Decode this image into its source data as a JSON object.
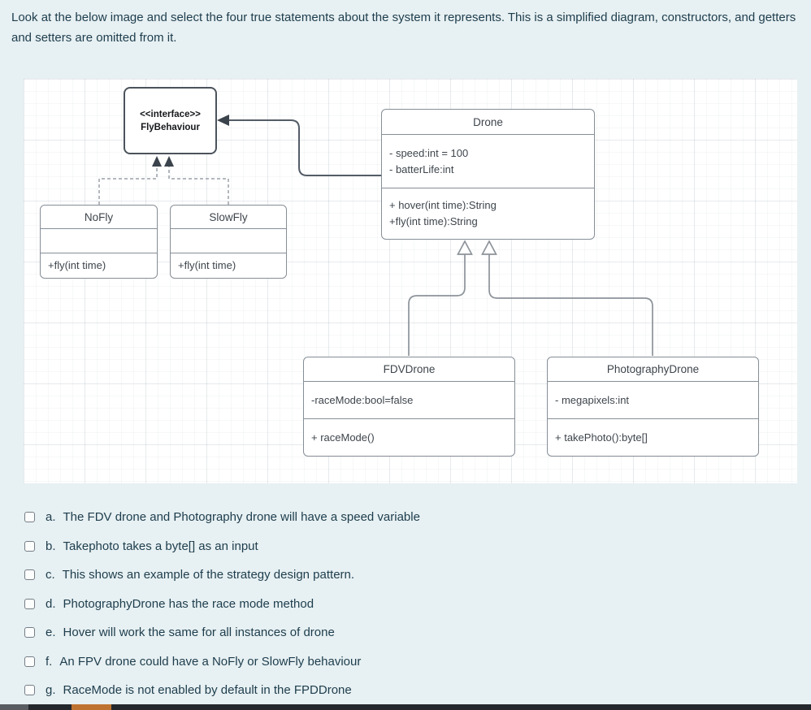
{
  "page": {
    "question": "Look at the below image and select the four true statements about the system it represents. This is a simplified diagram, constructors, and getters and setters are omitted from it."
  },
  "colors": {
    "page_background": "#e7f0f2",
    "panel_background": "#ffffff",
    "text": "#1d3d4d",
    "uml_text": "#3e454c",
    "uml_border": "#868e96",
    "interface_border": "#4b535b",
    "association_line": "#545d67",
    "implements_line": "#9aa1a8",
    "inheritance_line": "#8d939a",
    "bottom_bar": "#24282d",
    "bottom_bar_orange": "#bf7331",
    "bottom_bar_gray": "#595d62"
  },
  "diagram": {
    "classes": [
      {
        "id": "flybehaviour",
        "stereotype": "<<interface>>",
        "name": "FlyBehaviour",
        "attributes": [],
        "methods": []
      },
      {
        "id": "nofly",
        "name": "NoFly",
        "attributes": [],
        "methods": [
          "+fly(int time)"
        ]
      },
      {
        "id": "slowfly",
        "name": "SlowFly",
        "attributes": [],
        "methods": [
          "+fly(int time)"
        ]
      },
      {
        "id": "drone",
        "name": "Drone",
        "attributes": [
          "- speed:int = 100",
          "- batterLife:int"
        ],
        "methods": [
          "+ hover(int time):String",
          "+fly(int time):String"
        ]
      },
      {
        "id": "fdvdrone",
        "name": "FDVDrone",
        "attributes": [
          "-raceMode:bool=false"
        ],
        "methods": [
          "+ raceMode()"
        ]
      },
      {
        "id": "photographydrone",
        "name": "PhotographyDrone",
        "attributes": [
          "- megapixels:int"
        ],
        "methods": [
          "+ takePhoto():byte[]"
        ]
      }
    ],
    "relationships": [
      {
        "from": "Drone",
        "to": "FlyBehaviour",
        "type": "directed-association"
      },
      {
        "from": "NoFly",
        "to": "FlyBehaviour",
        "type": "implements"
      },
      {
        "from": "SlowFly",
        "to": "FlyBehaviour",
        "type": "implements"
      },
      {
        "from": "FDVDrone",
        "to": "Drone",
        "type": "inheritance"
      },
      {
        "from": "PhotographyDrone",
        "to": "Drone",
        "type": "inheritance"
      }
    ]
  },
  "options": [
    {
      "letter": "a.",
      "text": "The FDV drone and Photography drone will have a speed variable"
    },
    {
      "letter": "b.",
      "text": "Takephoto takes a byte[] as an input"
    },
    {
      "letter": "c.",
      "text": "This shows an example of the strategy design pattern."
    },
    {
      "letter": "d.",
      "text": "PhotographyDrone has the race mode method"
    },
    {
      "letter": "e.",
      "text": "Hover will work the same for all instances of drone"
    },
    {
      "letter": "f.",
      "text": "An FPV drone could have a NoFly or SlowFly behaviour"
    },
    {
      "letter": "g.",
      "text": "RaceMode is not enabled by default in the FPDDrone"
    }
  ]
}
